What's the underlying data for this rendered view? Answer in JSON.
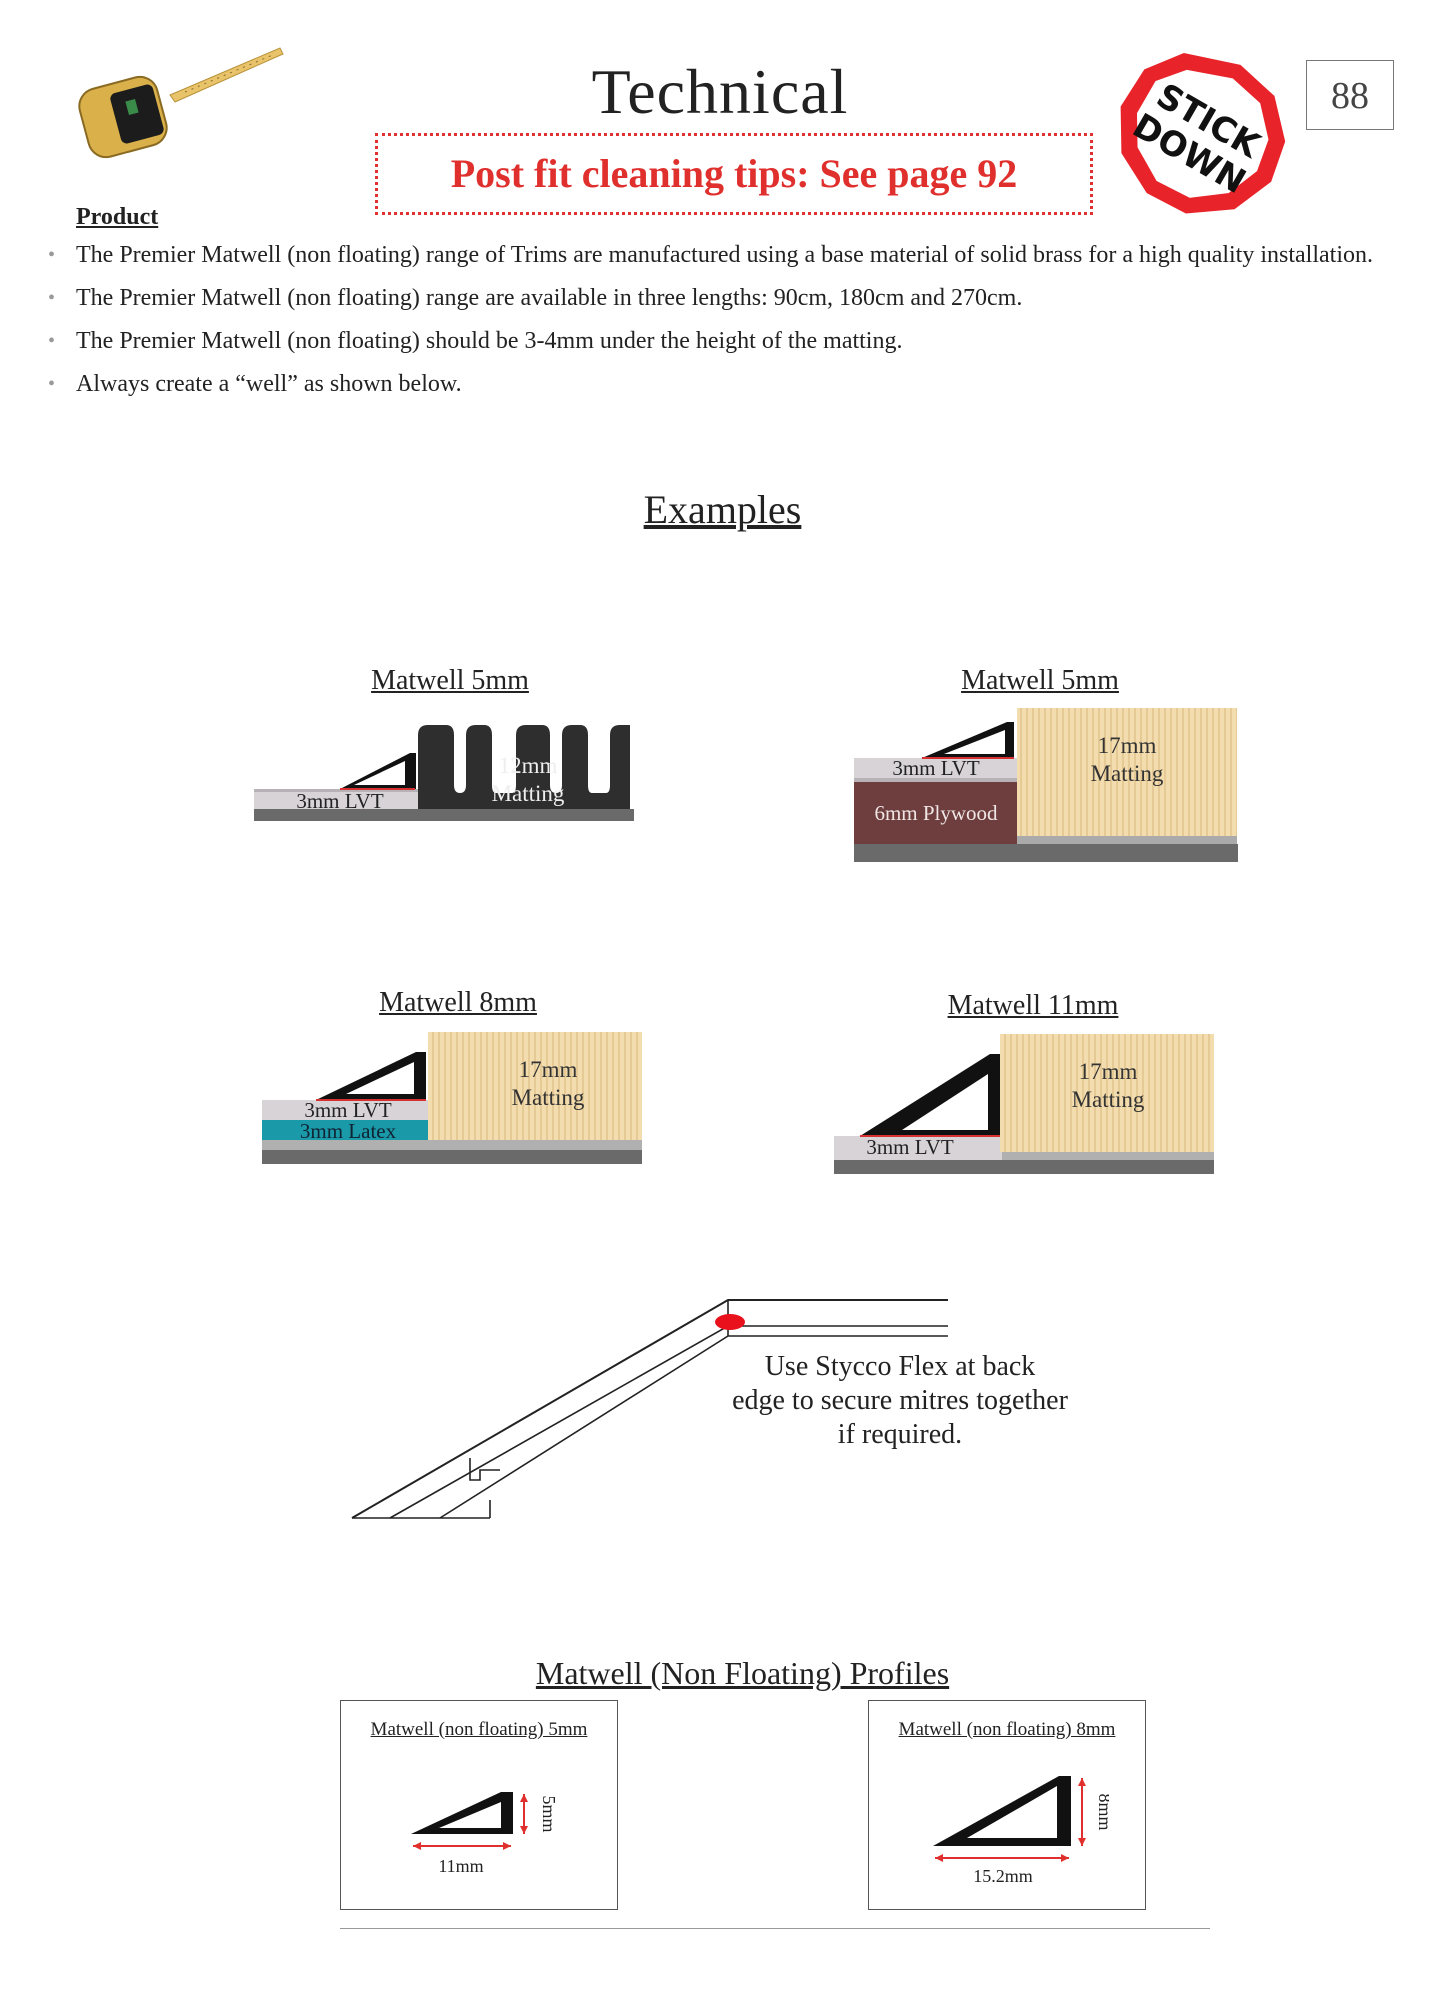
{
  "header": {
    "title": "Technical",
    "page_number": "88",
    "cleaning_tip": "Post fit cleaning tips: See page 92",
    "stamp": {
      "line1": "STICK",
      "line2": "DOWN",
      "color": "#e8242a"
    },
    "logo_icon": "tape-measure-icon"
  },
  "product": {
    "heading": "Product",
    "bullets": [
      "The Premier Matwell (non floating) range of Trims are manufactured using a base material of solid brass for a high quality installation.",
      "The Premier Matwell (non floating) range are available in three lengths: 90cm, 180cm and 270cm.",
      "The Premier Matwell (non floating) should be 3-4mm under the height of the matting.",
      "Always create a “well” as shown below."
    ]
  },
  "examples": {
    "heading": "Examples",
    "diagrams": [
      {
        "title": "Matwell 5mm",
        "labels": [
          "3mm LVT",
          "12mm",
          "Matting"
        ]
      },
      {
        "title": "Matwell 5mm",
        "labels": [
          "17mm",
          "Matting",
          "3mm LVT",
          "6mm Plywood"
        ]
      },
      {
        "title": "Matwell 8mm",
        "labels": [
          "17mm",
          "Matting",
          "3mm LVT",
          "3mm Latex"
        ]
      },
      {
        "title": "Matwell 11mm",
        "labels": [
          "17mm",
          "Matting",
          "3mm LVT"
        ]
      }
    ],
    "mitre_note": [
      "Use Stycco Flex at back",
      "edge to secure mitres together",
      "if required."
    ]
  },
  "profiles": {
    "heading": "Matwell (Non Floating) Profiles",
    "items": [
      {
        "title": "Matwell (non floating) 5mm",
        "width_label": "11mm",
        "height_label": "5mm"
      },
      {
        "title": "Matwell (non floating) 8mm",
        "width_label": "15.2mm",
        "height_label": "8mm"
      }
    ]
  },
  "colors": {
    "accent_red": "#e0302e",
    "matting": "#f2d9a8",
    "plywood": "#6e3e3e",
    "latex": "#1a9aa8",
    "lvt": "#d8d3d6",
    "subfloor": "#6a6a6a"
  }
}
